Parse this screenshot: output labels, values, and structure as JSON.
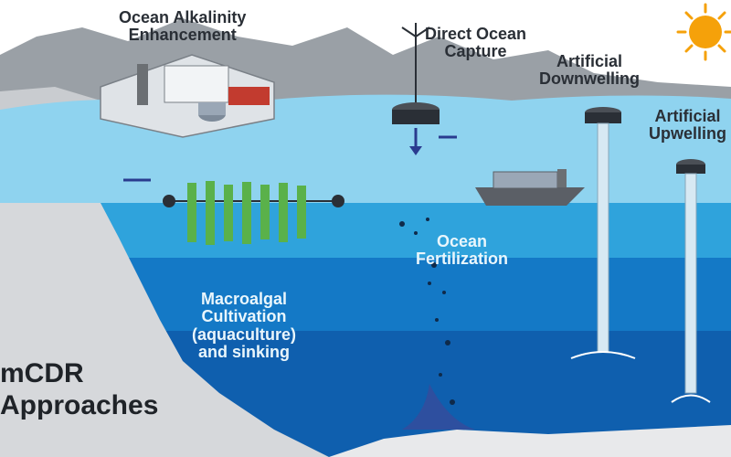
{
  "colors": {
    "sky": "#ffffff",
    "hills": "#9aa0a6",
    "coast": "#c9ccd0",
    "surface_water": "#8fd3ef",
    "upper_ocean": "#2fa3dc",
    "mid_ocean": "#1479c6",
    "deep_ocean": "#0f5fae",
    "seaweed": "#5ab14a",
    "arrow": "#2a3b8f",
    "sun": "#f5a10a"
  },
  "labels": {
    "ocean_alkalinity": [
      "Ocean Alkalinity",
      "Enhancement"
    ],
    "direct_ocean_capture": [
      "Direct Ocean",
      "Capture"
    ],
    "artificial_downwelling": [
      "Artificial",
      "Downwelling"
    ],
    "artificial_upwelling": [
      "Artificial",
      "Upwelling"
    ],
    "ocean_fertilization": [
      "Ocean",
      "Fertilization"
    ],
    "macroalgal": [
      "Macroalgal",
      "Cultivation",
      "(aquaculture)",
      "and sinking"
    ],
    "mcdr_title": [
      "mCDR",
      "Approaches"
    ]
  },
  "icons": [
    "sun-icon",
    "factory-icon",
    "wind-turbine-icon",
    "buoy-platform-icon",
    "ship-icon",
    "seaweed-farm-icon",
    "fish-icon",
    "turtle-icon",
    "flow-arrow-icon"
  ]
}
